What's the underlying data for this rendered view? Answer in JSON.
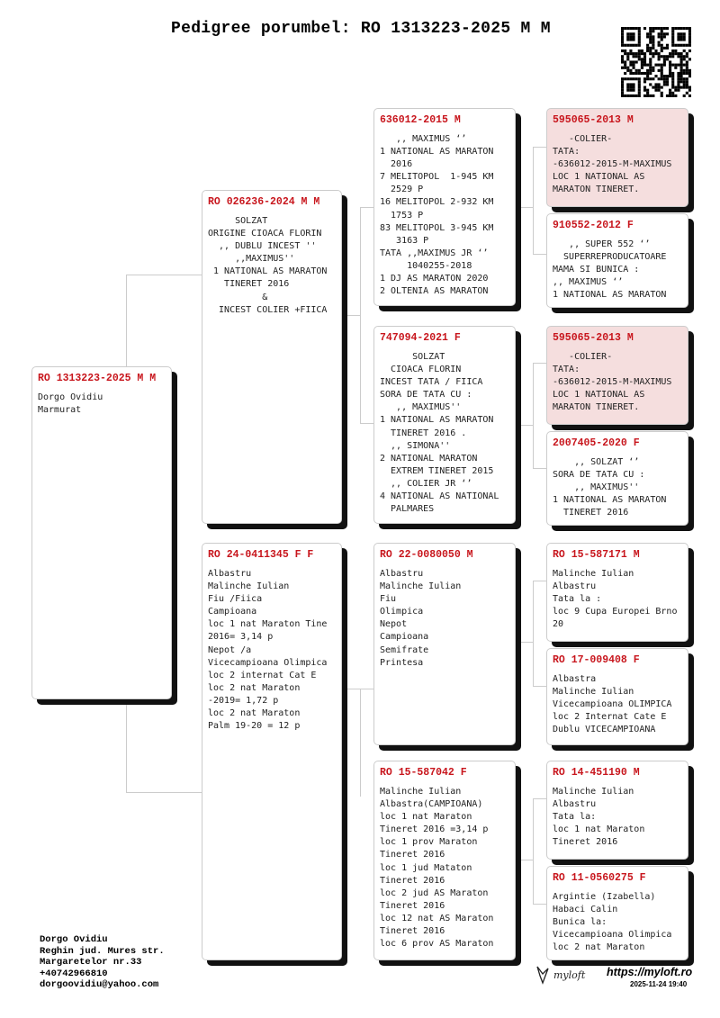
{
  "title": "Pedigree porumbel: RO 1313223-2025 M M",
  "subject": {
    "ring": "RO 1313223-2025 M M",
    "body": "Dorgo Ovidiu\nMarmurat"
  },
  "sire": {
    "ring": "RO 026236-2024 M M",
    "body": "     SOLZAT\nORIGINE CIOACA FLORIN\n  ,, DUBLU INCEST ''\n     ,,MAXIMUS''\n 1 NATIONAL AS MARATON\n   TINERET 2016\n          &\n  INCEST COLIER +FIICA"
  },
  "dam": {
    "ring": "RO 24-0411345 F F",
    "body": "Albastru\nMalinche Iulian\nFiu /Fiica\nCampioana\nloc 1 nat Maraton Tine\n2016= 3,14 p\nNepot /a\nVicecampioana Olimpica\nloc 2 internat Cat E\nloc 2 nat Maraton\n-2019= 1,72 p\nloc 2 nat Maraton\nPalm 19-20 = 12 p"
  },
  "gen3": [
    {
      "ring": "636012-2015 M",
      "body": "   ,, MAXIMUS ‘’\n1 NATIONAL AS MARATON\n  2016\n7 MELITOPOL  1-945 KM\n  2529 P\n16 MELITOPOL 2-932 KM\n  1753 P\n83 MELITOPOL 3-945 KM\n   3163 P\nTATA ,,MAXIMUS JR ‘’\n     1040255-2018\n1 DJ AS MARATON 2020\n2 OLTENIA AS MARATON"
    },
    {
      "ring": "747094-2021 F",
      "body": "      SOLZAT\n  CIOACA FLORIN\nINCEST TATA / FIICA\nSORA DE TATA CU :\n   ,, MAXIMUS''\n1 NATIONAL AS MARATON\n  TINERET 2016 .\n  ,, SIMONA''\n2 NATIONAL MARATON\n  EXTREM TINERET 2015\n  ,, COLIER JR ‘’\n4 NATIONAL AS NATIONAL\n  PALMARES"
    },
    {
      "ring": "RO 22-0080050 M",
      "body": "Albastru\nMalinche Iulian\nFiu\nOlimpica\nNepot\nCampioana\nSemifrate\nPrintesa"
    },
    {
      "ring": "RO 15-587042 F",
      "body": "Malinche Iulian\nAlbastra(CAMPIOANA)\nloc 1 nat Maraton\nTineret 2016 =3,14 p\nloc 1 prov Maraton\nTineret 2016\nloc 1 jud Mataton\nTineret 2016\nloc 2 jud AS Maraton\nTineret 2016\nloc 12 nat AS Maraton\nTineret 2016\nloc 6 prov AS Maraton"
    }
  ],
  "gen4": [
    {
      "ring": "595065-2013 M",
      "body": "   -COLIER-\nTATA:\n-636012-2015-M-MAXIMUS\nLOC 1 NATIONAL AS\nMARATON TINERET."
    },
    {
      "ring": "910552-2012 F",
      "body": "   ,, SUPER 552 ‘’\n  SUPERREPRODUCATOARE\nMAMA SI BUNICA :\n,, MAXIMUS ‘’\n1 NATIONAL AS MARATON"
    },
    {
      "ring": "595065-2013 M",
      "body": "   -COLIER-\nTATA:\n-636012-2015-M-MAXIMUS\nLOC 1 NATIONAL AS\nMARATON TINERET."
    },
    {
      "ring": "2007405-2020 F",
      "body": "    ,, SOLZAT ‘’\nSORA DE TATA CU :\n    ,, MAXIMUS''\n1 NATIONAL AS MARATON\n  TINERET 2016"
    },
    {
      "ring": "RO 15-587171 M",
      "body": "Malinche Iulian\nAlbastru\nTata la :\nloc 9 Cupa Europei Brno\n20"
    },
    {
      "ring": "RO 17-009408 F",
      "body": "Albastra\nMalinche Iulian\nVicecampioana OLIMPICA\nloc 2 Internat Cate E\nDublu VICECAMPIOANA"
    },
    {
      "ring": "RO 14-451190 M",
      "body": "Malinche Iulian\nAlbastru\nTata la:\nloc 1 nat Maraton\nTineret 2016"
    },
    {
      "ring": "RO 11-0560275 F",
      "body": "Argintie (Izabella)\nHabaci Calin\nBunica la:\nVicecampioana Olimpica\nloc 2 nat Maraton"
    }
  ],
  "footer": {
    "contact": "Dorgo Ovidiu\nReghin jud. Mures str.\nMargaretelor nr.33\n+40742966810\ndorgoovidiu@yahoo.com",
    "logo": "myloft",
    "url": "https://myloft.ro",
    "timestamp": "2025-11-24 19:40"
  },
  "colors": {
    "ring": "#c8161d",
    "highlight": "#f5dede"
  }
}
